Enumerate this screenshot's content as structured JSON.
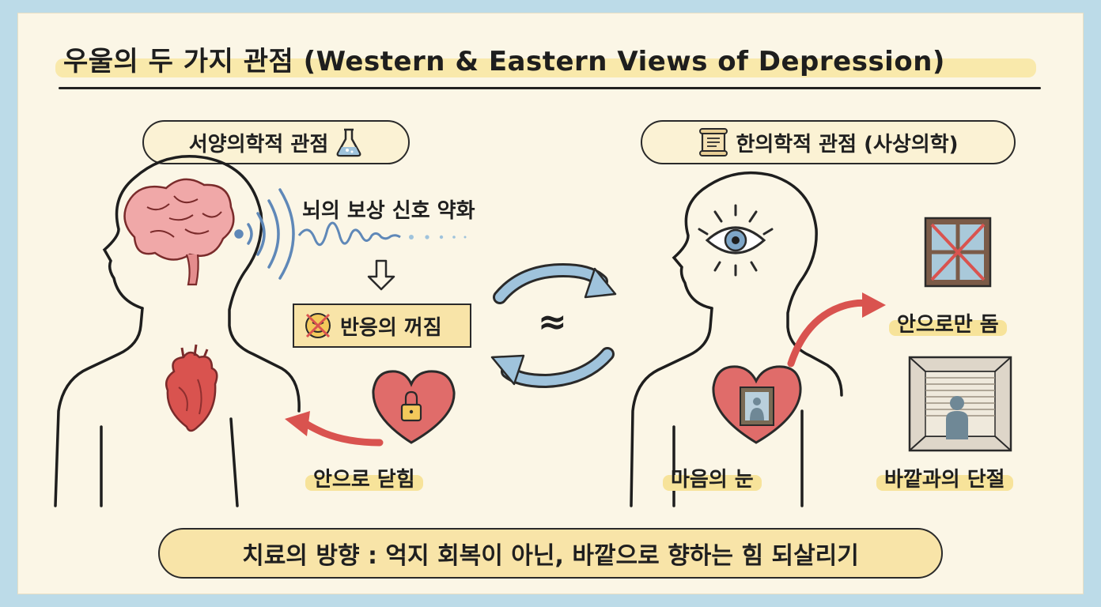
{
  "title": "우울의 두 가지 관점 (Western & Eastern Views of Depression)",
  "western": {
    "header": "서양의학적 관점",
    "header_icon": "flask-icon",
    "signal_label": "뇌의 보상 신호 약화",
    "box_label": "반응의 꺼짐",
    "box_icon": "crossed-face-icon",
    "heart_label": "안으로 닫힘"
  },
  "eastern": {
    "header": "한의학적 관점 (사상의학)",
    "header_icon": "scroll-icon",
    "window_label": "안으로만 돔",
    "heart_label": "마음의 눈",
    "room_label": "바깥과의 단절"
  },
  "center_symbol": "≈",
  "bottom_text": "치료의 방향 : 억지 회복이 아닌, 바깥으로 향하는 힘 되살리기",
  "colors": {
    "accent_red": "#d9534f",
    "heart": "#e06c6a",
    "cycle_blue": "#9fc3dc",
    "highlight": "#f7e39a",
    "signal_blue": "#5f88b8"
  }
}
